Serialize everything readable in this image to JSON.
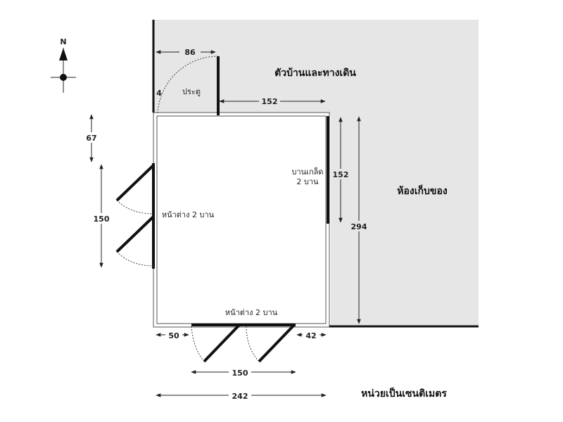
{
  "compass": {
    "label": "N"
  },
  "areas": {
    "house_walkway": "ตัวบ้านและทางเดิน",
    "storage_room": "ห้องเก็บของ"
  },
  "doors": {
    "main_door": "ประตู",
    "sliding_door_line1": "บานเกล็ด",
    "sliding_door_line2": "2 บาน"
  },
  "windows": {
    "left_window": "หน้าต่าง 2 บาน",
    "bottom_window": "หน้าต่าง 2 บาน"
  },
  "dimensions": {
    "door_width": "86",
    "door_offset": "4",
    "top_wall_right": "152",
    "left_top_gap": "67",
    "left_window_span": "150",
    "right_slider_span": "152",
    "right_total": "294",
    "bottom_left_gap": "50",
    "bottom_right_gap": "42",
    "bottom_window_span": "150",
    "overall_width": "242"
  },
  "unit_note": "หน่วยเป็นเซนติเมตร",
  "colors": {
    "shaded_area": "#e6e6e6",
    "wall": "#111111"
  }
}
